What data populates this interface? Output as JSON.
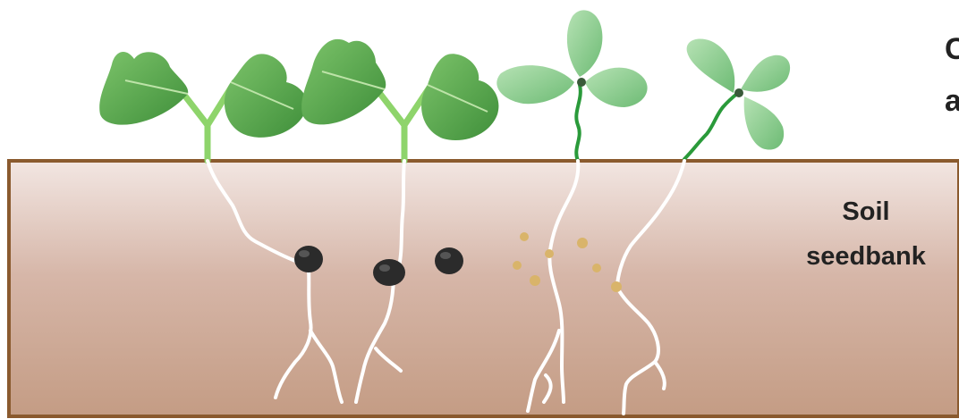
{
  "labels": {
    "soil_line1": "Soil",
    "soil_line2": "seedbank",
    "edge_line1": "C",
    "edge_line2": "a"
  },
  "colors": {
    "soil_top": "#f2e6e2",
    "soil_bottom": "#c7a08a",
    "soil_border": "#8a5a2e",
    "leaf_dark": "#55a84a",
    "leaf_light": "#8fcf93",
    "stem_light": "#8ed46b",
    "stem_dark": "#2a9a3a",
    "large_seed": "#2b2b2b",
    "small_seed": "#d9b46a",
    "root": "#ffffff"
  },
  "icons": [
    "seedling-icon",
    "seed-icon",
    "root-icon"
  ]
}
